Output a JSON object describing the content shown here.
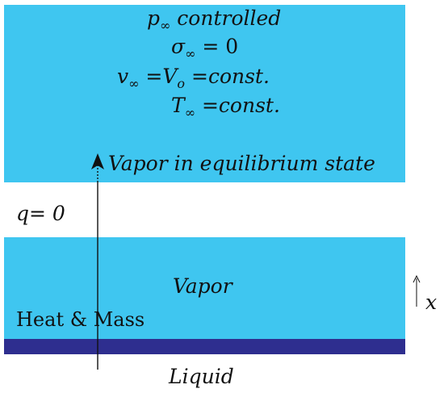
{
  "colors": {
    "vapor": "#3fc6f0",
    "liquid": "#2e2e8f",
    "ink": "#111111"
  },
  "top_region": {
    "line1_sym": "p",
    "line1_sub": "∞",
    "line1_rest": " controlled",
    "line2_sym": "σ",
    "line2_sub": "∞",
    "line2_rest": " = 0",
    "line3_sym": "v",
    "line3_sub": "∞",
    "line3_mid": " =V",
    "line3_sub2": "o",
    "line3_rest": " =const.",
    "line4_sym": "T",
    "line4_sub": "∞",
    "line4_rest": " =const.",
    "equilibrium_label": "Vapor in equilibrium state"
  },
  "middle": {
    "heat_flux_label": "q= 0"
  },
  "lower_region": {
    "vapor_label": "Vapor",
    "heat_mass_label": "Heat & Mass",
    "x_axis_label": "x"
  },
  "liquid_label": "Liquid"
}
